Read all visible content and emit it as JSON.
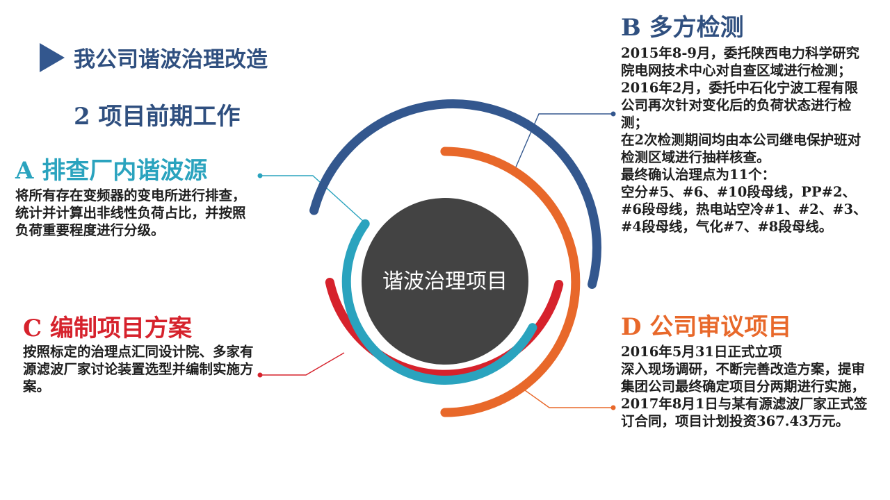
{
  "header": {
    "title": "我公司谐波治理改造",
    "subtitle": "2 项目前期工作"
  },
  "center_label": "谐波治理项目",
  "colors": {
    "blue": "#33578e",
    "teal": "#2aa3be",
    "red": "#d6222c",
    "orange": "#e8682a",
    "center_circle": "#434343"
  },
  "sections": {
    "a": {
      "title": "A 排查厂内谐波源",
      "lines": [
        "将所有存在变频器的变电所进行排查，统计并计算出非线性负荷占比，并按照负荷重要程度进行分级。"
      ]
    },
    "b": {
      "title": "B 多方检测",
      "lines": [
        "2015年8-9月，委托陕西电力科学研究院电网技术中心对自查区域进行检测；",
        "2016年2月，委托中石化宁波工程有限公司再次针对变化后的负荷状态进行检测；",
        "在2次检测期间均由本公司继电保护班对检测区域进行抽样核查。",
        "最终确认治理点为11个：",
        "空分#5、#6、#10段母线，PP#2、#6段母线，热电站空冷#1、#2、#3、#4段母线，气化#7、#8段母线。"
      ]
    },
    "c": {
      "title": "C 编制项目方案",
      "lines": [
        "按照标定的治理点汇同设计院、多家有源滤波厂家讨论装置选型并编制实施方案。"
      ]
    },
    "d": {
      "title": "D 公司审议项目",
      "lines": [
        "2016年5月31日正式立项",
        "深入现场调研，不断完善改造方案，提审集团公司最终确定项目分两期进行实施，",
        "2017年8月1日与某有源滤波厂家正式签订合同，项目计划投资367.43万元。"
      ]
    }
  }
}
